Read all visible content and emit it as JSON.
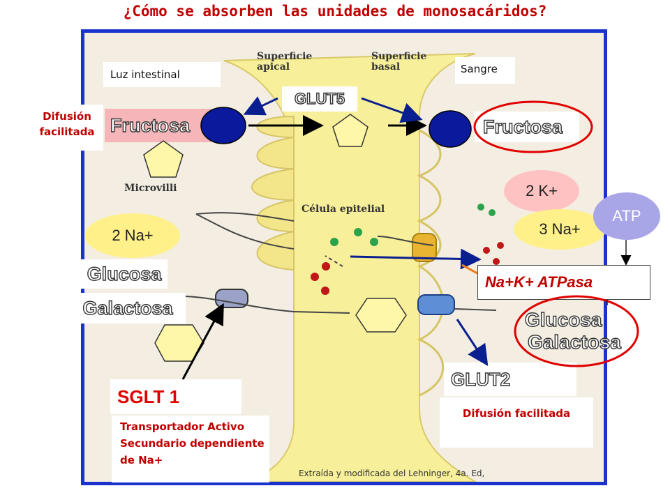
{
  "title": "¿Cómo se absorben las unidades de monosacáridos?",
  "labels": {
    "luz_intestinal": "Luz intestinal",
    "sangre": "Sangre",
    "superficie_apical": "Superficie apical",
    "superficie_basal": "Superficie basal",
    "microvilli": "Microvilli",
    "celula_epitelial": "Célula epitelial",
    "difusion_facilitada_top": "Difusión facilitada",
    "fructosa_left": "Fructosa",
    "fructosa_right": "Fructosa",
    "glut5": "GLUT5",
    "k_ions": "2 K+",
    "na3_ions": "3 Na+",
    "na2_ions": "2 Na+",
    "atp": "ATP",
    "na_k_atpasa": "Na+K+ ATPasa",
    "glucosa_left": "Glucosa",
    "galactosa_left": "Galactosa",
    "glucosa_right": "Glucosa",
    "galactosa_right": "Galactosa",
    "glut2": "GLUT2",
    "difusion_facilitada_bottom": "Difusión facilitada",
    "sglt1": "SGLT 1",
    "transportador": "Transportador Activo Secundario dependiente de Na+",
    "source": "Extraída y modificada del Lehninger, 4a. Ed,"
  },
  "colors": {
    "title_red": "#c00000",
    "frame_blue": "#1a33cc",
    "arrow_navy": "#0a1f8f",
    "transporter_navy": "#0b1a9c",
    "ion_yellow": "#fff08a",
    "atp_lilac": "#a9a6e8",
    "highlight_red": "#e00000",
    "fructosa_pink": "#f6b5b8"
  }
}
